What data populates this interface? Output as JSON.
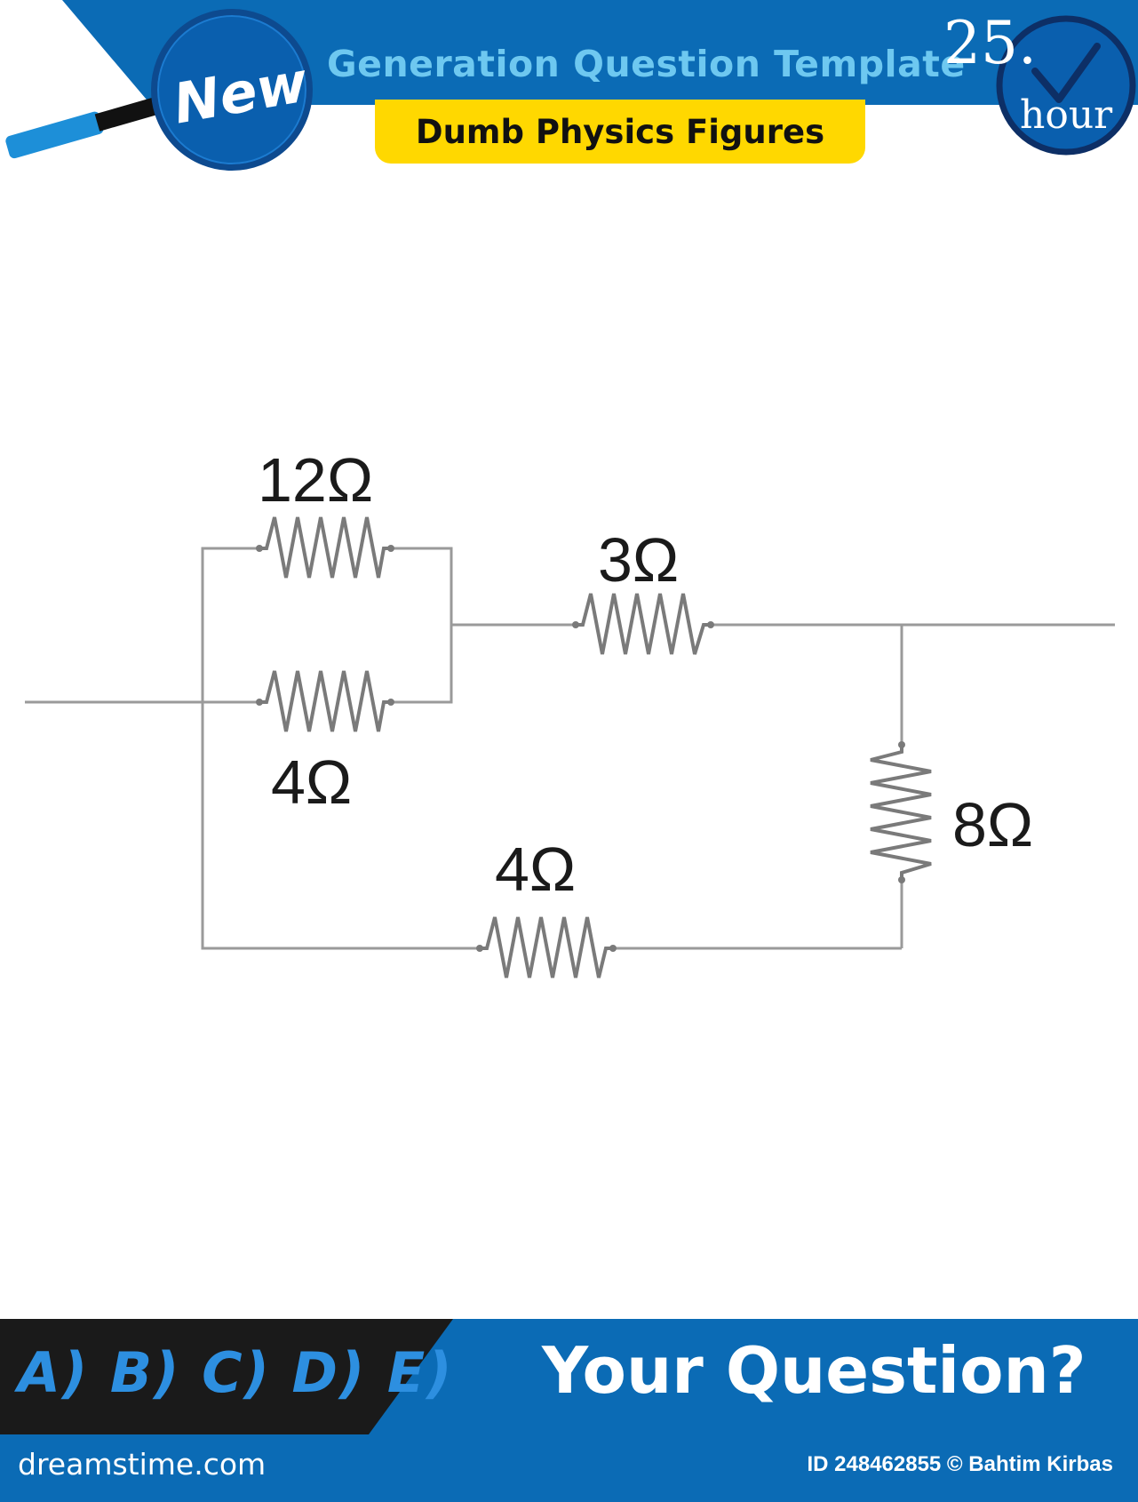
{
  "header": {
    "badge_text": "New",
    "title": "Generation Question Template",
    "subtitle": "Dumb Physics Figures",
    "clock_number": "25.",
    "clock_unit": "hour"
  },
  "circuit": {
    "resistors": [
      {
        "id": "r-top-12",
        "label": "12Ω"
      },
      {
        "id": "r-mid-4",
        "label": "4Ω"
      },
      {
        "id": "r-series-3",
        "label": "3Ω"
      },
      {
        "id": "r-right-8",
        "label": "8Ω"
      },
      {
        "id": "r-bottom-4",
        "label": "4Ω"
      }
    ]
  },
  "footer": {
    "answers": "A) B) C) D) E)",
    "question": "Your Question?",
    "site": "dreamstime.com",
    "credit": "ID 248462855 © Bahtim Kirbas"
  },
  "colors": {
    "brand_blue": "#0b6bb5",
    "title_cyan": "#6ec8f0",
    "pill_yellow": "#ffd800",
    "wire": "#9a9a9a",
    "resistor": "#7a7a7a"
  }
}
